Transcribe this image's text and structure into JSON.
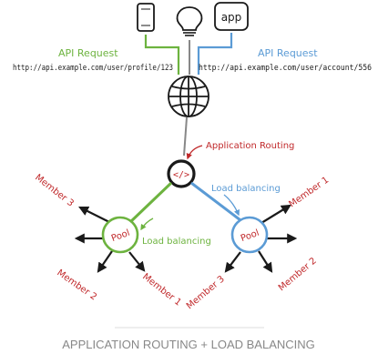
{
  "devices": {
    "phone": "phone-icon",
    "bulb": "lightbulb-icon",
    "app": {
      "icon": "app-icon",
      "label": "app"
    }
  },
  "requests": {
    "left": {
      "title": "API Request",
      "url": "http://api.example.com/user/profile/123"
    },
    "right": {
      "title": "API Request",
      "url": "http://api.example.com/user/account/556"
    }
  },
  "router": {
    "label": "Application Routing",
    "icon_text": "</>"
  },
  "pools": {
    "left": {
      "label": "Pool",
      "lb_label": "Load balancing",
      "members": [
        "Member 3",
        "Member 2",
        "Member 1"
      ]
    },
    "right": {
      "label": "Pool",
      "lb_label": "Load balancing",
      "members": [
        "Member 1",
        "Member 3",
        "Member 2"
      ]
    }
  },
  "caption": "APPLICATION ROUTING + LOAD BALANCING",
  "colors": {
    "green": "#6db33f",
    "blue": "#5b9bd5",
    "red": "#c0282a",
    "ink": "#1a1a1a",
    "gray": "#888888",
    "rule": "#dddddd"
  }
}
